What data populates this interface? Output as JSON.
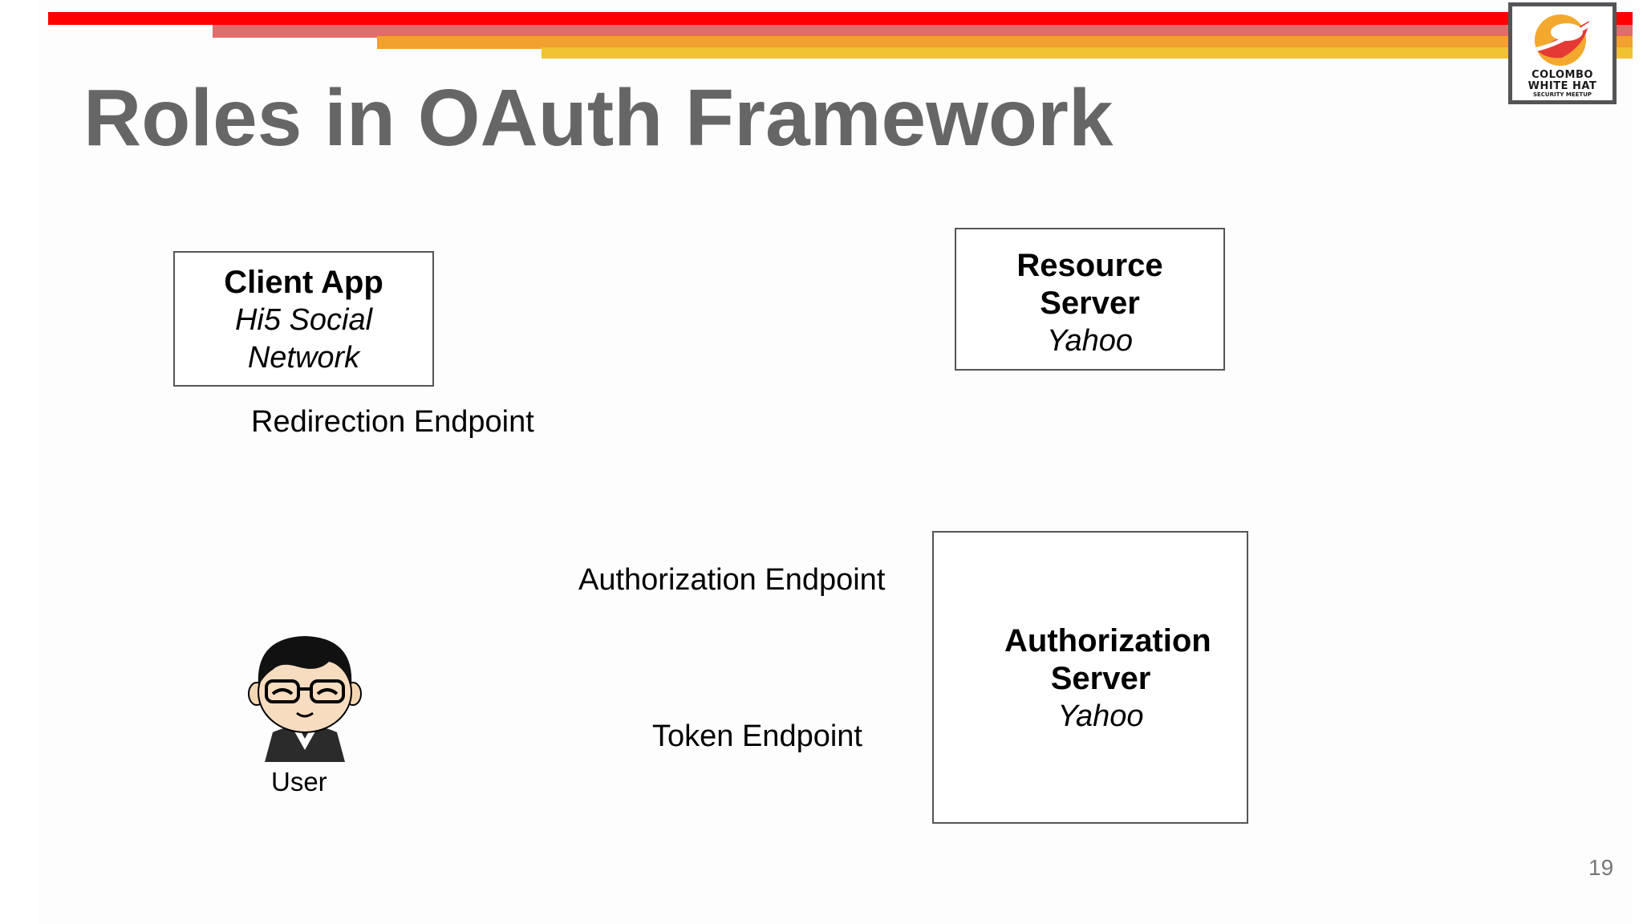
{
  "slide": {
    "title": "Roles in OAuth Framework",
    "page_number": "19"
  },
  "logo": {
    "line1": "COLOMBO",
    "line2": "WHITE HAT",
    "line3": "SECURITY MEETUP"
  },
  "colors": {
    "stripe_red": "#ff0000",
    "stripe_salmon": "#e26b6b",
    "stripe_orange": "#f2a02e",
    "stripe_yellow": "#f1c232",
    "title_gray": "#666666",
    "box_border": "#555555"
  },
  "client_app": {
    "heading": "Client App",
    "subtitle_line1": "Hi5 Social",
    "subtitle_line2": "Network"
  },
  "resource_server": {
    "heading_line1": "Resource",
    "heading_line2": "Server",
    "subtitle": "Yahoo"
  },
  "authorization_server": {
    "heading_line1": "Authorization",
    "heading_line2": "Server",
    "subtitle": "Yahoo"
  },
  "endpoints": {
    "redirection": "Redirection Endpoint",
    "authorization": "Authorization Endpoint",
    "token": "Token Endpoint"
  },
  "user": {
    "label": "User",
    "icon": "user-avatar-icon"
  }
}
